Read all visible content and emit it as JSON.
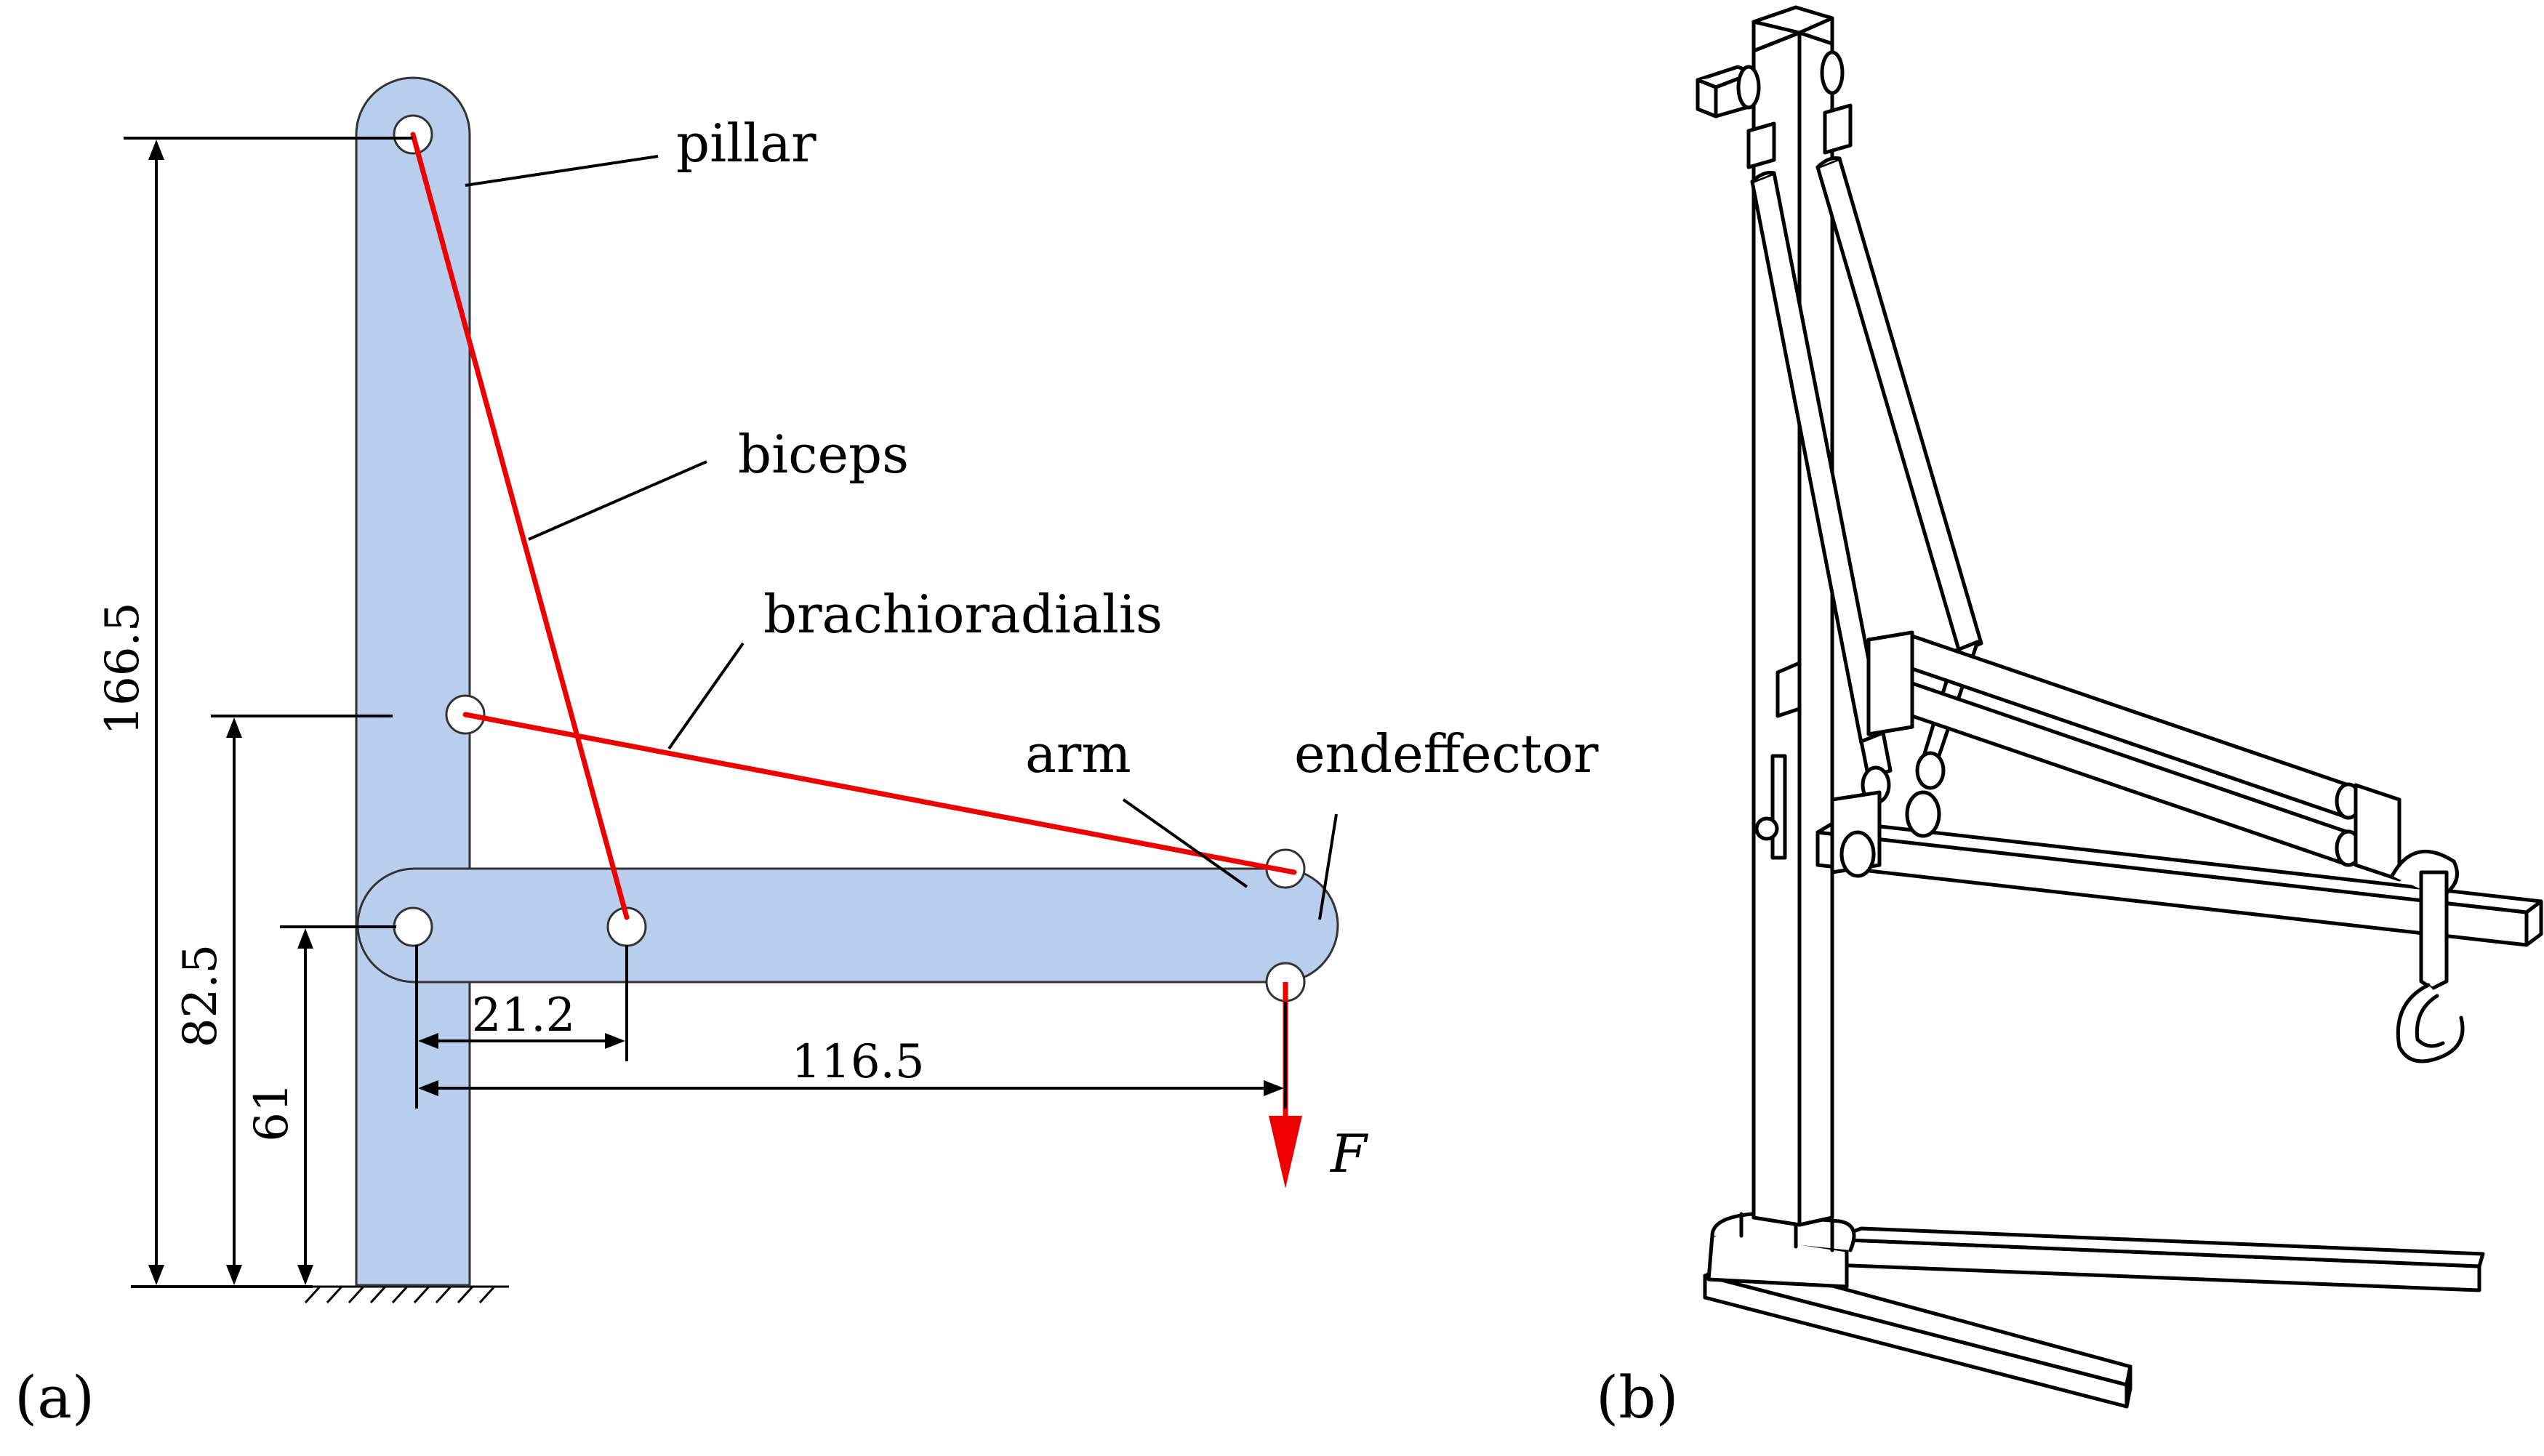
{
  "panel_a": {
    "panel_label": "(a)",
    "labels": {
      "pillar": "pillar",
      "biceps": "biceps",
      "brachioradialis": "brachioradialis",
      "arm": "arm",
      "endeffector": "endeffector",
      "force": "F"
    },
    "dimensions": {
      "pillar_height": "166.5",
      "brachioradialis_height": "82.5",
      "arm_height": "61",
      "biceps_offset": "21.2",
      "endeffector_offset": "116.5"
    },
    "colors": {
      "body_fill": "#b9cdec",
      "muscle": "#ee0000",
      "line": "#000000"
    }
  },
  "panel_b": {
    "panel_label": "(b)"
  }
}
